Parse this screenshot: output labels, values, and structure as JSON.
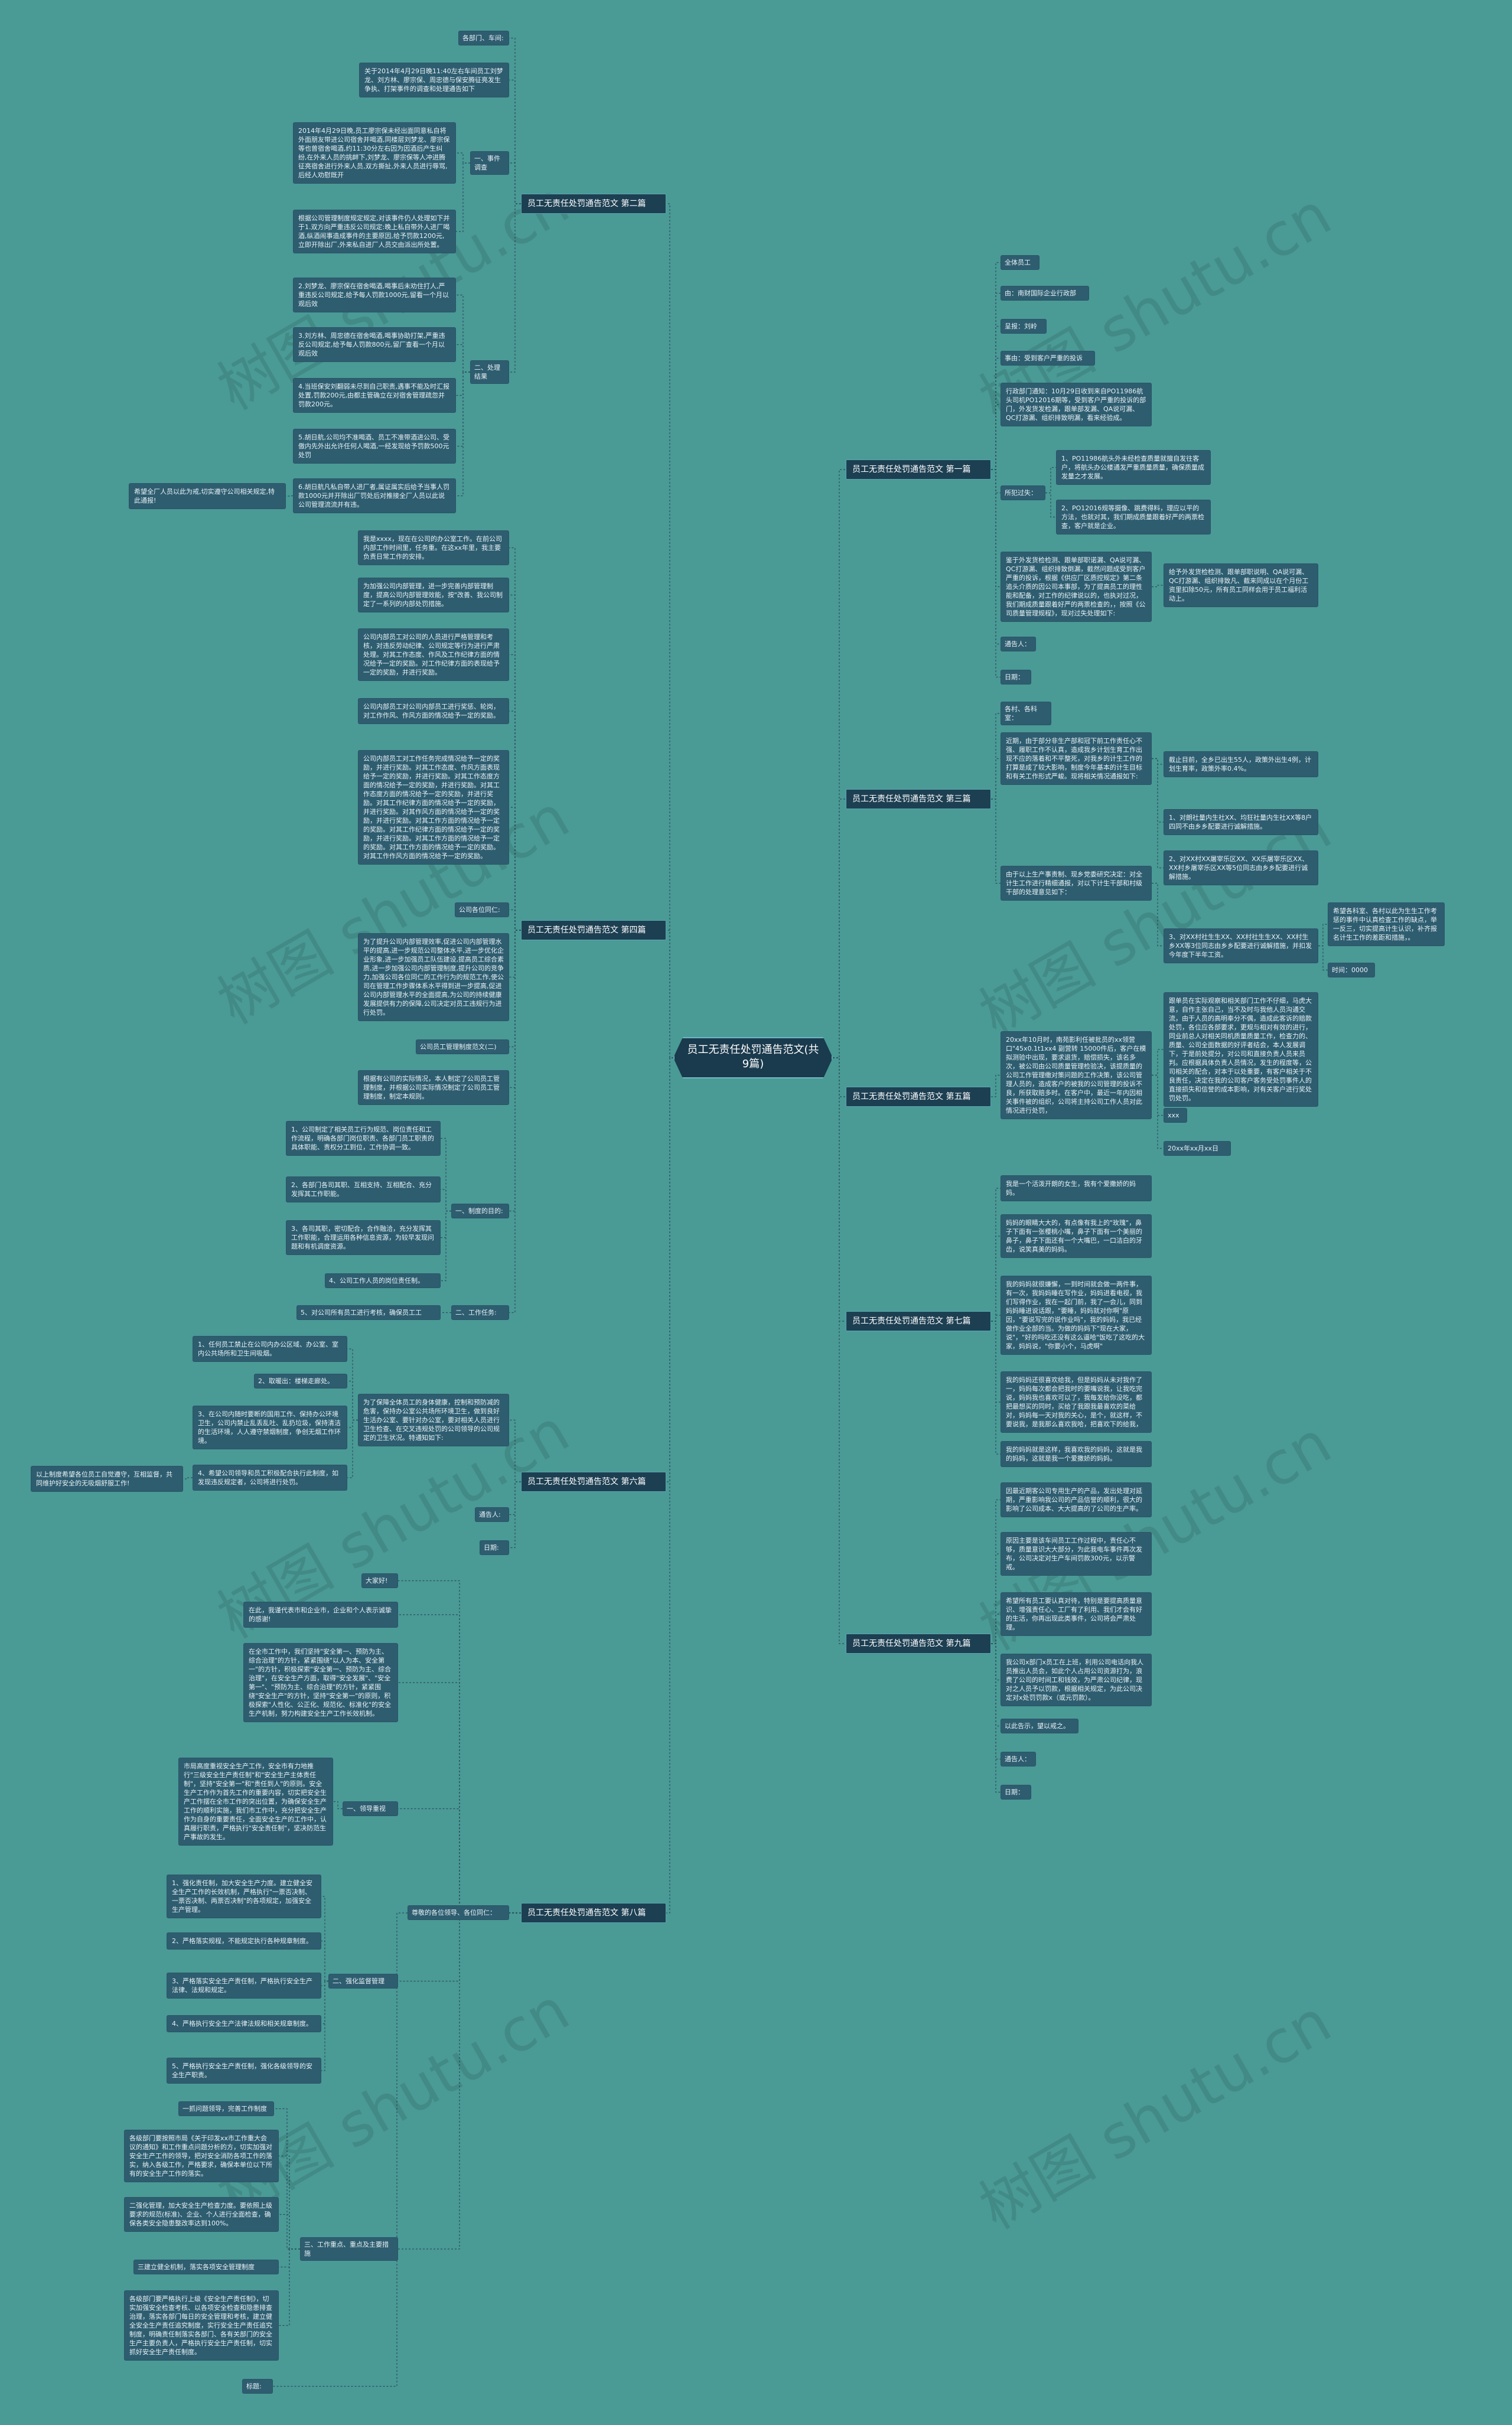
{
  "watermark": "树图 shutu.cn",
  "root": "员工无责任处罚通告范文(共9篇)",
  "branches": {
    "b2": "员工无责任处罚通告范文 第二篇",
    "b4": "员工无责任处罚通告范文 第四篇",
    "b6": "员工无责任处罚通告范文 第六篇",
    "b8": "员工无责任处罚通告范文 第八篇",
    "b1": "员工无责任处罚通告范文 第一篇",
    "b3": "员工无责任处罚通告范文 第三篇",
    "b5": "员工无责任处罚通告范文 第五篇",
    "b7": "员工无责任处罚通告范文 第七篇",
    "b9": "员工无责任处罚通告范文 第九篇"
  },
  "nodes": {
    "n2_1": "各部门、车间:",
    "n2_2": "关于2014年4月29日晚11:40左右车间员工刘梦龙、刘方林、廖宗保、周忠德与保安腾征亮发生争执、打架事件的调查和处理通告如下",
    "n2_3": "一、事件调查",
    "n2_3a": "2014年4月29日晚,员工廖宗保未经出面同意私自将外面朋友带进公司宿舍并喝酒,同楼层刘梦龙、廖宗保等也曾宿舍喝酒,约11:30分左右因为因酒后产生纠纷,在外来人员的挑衅下,刘梦龙、廖宗保等人冲进腾征亮宿舍进行外来人员,双方撕扯,外来人员进行辱骂,后经人劝慰既开",
    "n2_3b": "根据公司管理制度规定规定,对该事件仍人处理如下并于1.双方向严重违反公司规定:晚上私自带外人进厂喝酒,纵酒闹事造成事件的主要原因,给予罚款1200元,立即开除出厂,外来私自进厂人员交由派出所处置。",
    "n2_4": "二、处理结果",
    "n2_4a": "2.刘梦龙、廖宗保在宿舍喝酒,喝事后未劝住打人,严重违反公司规定,给予每人罚款1000元,留看一个月以观后效",
    "n2_4b": "3.刘方林、周忠德在宿舍喝酒,喝事协助打架,严重违反公司规定,给予每人罚款800元,留厂查看一个月以观后效",
    "n2_4c": "4.当班保安刘翻弱未尽到自己职责,遇事不能及时汇报处置,罚款200元,由都主管确立在对宿舍管理疏忽并罚款200元。",
    "n2_4d": "5.胡日航,公司均不准喝酒、员工不准带酒进公司、受傲内先外出允许任何人喝酒,一经发现给予罚款500元处罚",
    "n2_4e": "6.胡日航凡私自带人进厂者,属证属实后给予当事人罚款1000元并开除出厂罚处后对推接全厂人员以此说公司管理流流并有违。",
    "n2_5": "希望全厂人员以此为戒,切实遵守公司相关规定,特此通报!",
    "n4_1": "我是xxxx，现在在公司的办公室工作。在前公司内部工作时间里，任务重。在这xx年里，我主要负责日常工作的安排。",
    "n4_2": "为加强公司内部管理，进一步完善内部管理制度，提高公司内部管理效能，按\"改善、我公司制定了一系列的内部处罚措施。",
    "n4_3": "公司内部员工对公司的人员进行严格管理和考核，对违反劳动纪律、公司规定等行为进行严肃处理。对其工作态度、作风及工作纪律方面的情况给予一定的奖励。对工作纪律方面的表现给予一定的奖励，并进行奖励。",
    "n4_4": "公司内部员工对公司内部员工进行奖惩、轮岗，对工作作风、作风方面的情况给予一定的奖励。",
    "n4_5": "公司内部员工对工作任务完成情况给予一定的奖励，并进行奖励。对其工作态度、作风方面表现给予一定的奖励，并进行奖励。对其工作态度方面的情况给予一定的奖励，并进行奖励。对其工作态度方面的情况给予一定的奖励，并进行奖励。对其工作纪律方面的情况给予一定的奖励，并进行奖励。对其作风方面的情况给予一定的奖励，并进行奖励。对其工作方面的情况给予一定的奖励。对其工作纪律方面的情况给予一定的奖励，并进行奖励。对其工作方面的情况给予一定的奖励。对其工作方面的情况给予一定的奖励。对其工作作风方面的情况给予一定的奖励。",
    "n4_6": "公司各位同仁:",
    "n4_7": "为了提升公司内部管理效率,促进公司内部管理水平的提高,进一步规范公司整体水平,进一步优化企业形象,进一步加强员工队伍建设,提高员工综合素质,进一步加强公司内部管理制度,提升公司的竞争力,加强公司各位同仁的工作行为的规范工作,使公司在管理工作步骤体系水平得到进一步提高,促进公司内部管理水平的全面提高,为公司的持续健康发展提供有力的保障,公司决定对员工违规行为进行处罚。",
    "n4_8": "公司员工管理制度范文(二)",
    "n4_9": "根据有公司的实际情况，本人制定了公司员工管理制度，并根据公司实际情况制定了公司员工管理制度，制定本规则。",
    "n4_10": "一、制度的目的:",
    "n4_10a": "1、公司制定了相关员工行为规范、岗位责任和工作流程，明确各部门岗位职责、各部门员工职责的具体职能、责权分工到位，工作协调一致。",
    "n4_10b": "2、各部门各司其职、互相支持、互相配合、充分发挥其工作职能。",
    "n4_10c": "3、各司其职，密切配合，合作融洽，充分发挥其工作职能，合理运用各种信息资源，为较早发现问题和有机调度资源。",
    "n4_10d": "4、公司工作人员的岗位责任制。",
    "n4_11": "二、工作任务:",
    "n4_11a": "5、对公司所有员工进行考核，确保员工工",
    "n6_1": "为了保障全体员工的身体健康，控制和预防减的危害，保持办公室公共场所环境卫生，做到良好生活办公室、要针对办公室，要对相关人员进行卫生检查、在交叉违规处罚的公司领导的公司规定的卫生状况。特通知如下:",
    "n6_1a": "1、任何员工禁止在公司内办公区域、办公室、室内公共场所和卫生间吸烟。",
    "n6_1b": "2、取暖出：楼梯走廊处。",
    "n6_1c": "3、在公司内随时要断的国用工作、保持办公环境卫生，公司内禁止乱丢乱吐、乱扔垃圾，保持清洁的生活环境，人人遵守禁烟制度，争创无烟工作环境。",
    "n6_1d": "4、希望公司领导和员工积极配合执行此制度，如发现违反规定者，公司将进行处罚。",
    "n6_2": "以上制度希望各位员工自觉遵守，互相监督，共同维护好安全的无吸烟舒服工作!",
    "n6_3": "通告人:",
    "n6_4": "日期:",
    "n8_1": "大家好!",
    "n8_2": "在此，我谨代表市和企业市，企业和个人表示诚挚的感谢!",
    "n8_3": "在全市工作中，我们坚持\"安全第一、预防为主、综合治理\"的方针，紧紧围绕\"以人为本、安全第一\"的方针，积极探索\"安全第一、预防为主、综合治理\"，在安全生产方面，取得\"安全发展\"、\"安全第一\"、\"预防为主、综合治理\"的方针，紧紧围绕\"安全生产\"的方针，坚持\"安全第一\"的原则，积极探索\"人性化、公正化、规范化、标准化\"的安全生产机制，努力构建安全生产工作长效机制。",
    "n8_4": "尊敬的各位领导、各位同仁：",
    "n8_5": "一、领导重视",
    "n8_5a": "市局高度重视安全生产工作，安全市有力地推行\"三级安全生产责任制\"和\"安全生产主体责任制\"，坚持\"安全第一\"和\"责任到人\"的原则。安全生产工作作为首先工作的重要内容，切实把安全生产工作摆在全市工作的突出位置，为确保安全生产工作的顺利实施，我们市工作中，充分把安全生产作为自身的重要责任，全面安全生产的工作中，认真履行职责，严格执行\"安全责任制\"，坚决防范生产事故的发生。",
    "n8_6": "二、强化监督管理",
    "n8_6a": "1、强化责任制，加大安全生产力度。建立健全安全生产工作的长效机制，严格执行\"一票否决制、一票否决制、两票否决制\"的各项规定，加强安全生产管理。",
    "n8_6b": "2、严格落实规程，不能规定执行各种规章制度。",
    "n8_6c": "3、严格落实安全生产责任制，严格执行安全生产法律、法规和规定。",
    "n8_6d": "4、严格执行安全生产法律法规和相关规章制度。",
    "n8_6e": "5、严格执行安全生产责任制，强化各级领导的安全生产职责。",
    "n8_7": "三、工作重点、重点及主要措施",
    "n8_7a": "一抓问题领导，完善工作制度",
    "n8_7b": "各级部门要按照市局《关于印发xx市工作重大会议的通知》和工作重点问题分析的方，切实加强对安全生产工作的领导，把对安全消防各项工作的落实，纳入各级工作，严格要求，确保本单位以下所有的安全生产工作的落实。",
    "n8_7c": "二强化管理，加大安全生产检查力度。要依照上级要求的规范(标准)、企业、个人进行全面检查，确保各类安全隐患整改率达到100%。",
    "n8_7d": "三建立健全机制，落实各项安全管理制度",
    "n8_7e": "各级部门要严格执行上级《安全生产责任制》，切实加强安全检查考核、以各项安全检查和隐患排查治理，落实各部门每日的安全管理和考核，建立健全安全生产责任追究制度，实行安全生产责任追究制度，明确责任制落实各部门、各有关部门的安全生产主要负责人，严格执行安全生产责任制，切实抓好安全生产责任制度。",
    "n8_8": "标题:",
    "n1_1": "全体员工",
    "n1_2": "由：南财国际企业行政部",
    "n1_3": "呈报：刘岭",
    "n1_4": "事由：受到客户严重的投诉",
    "n1_5": "行政部门通知：10月29日收到来自PO11986航头司机PO12016期等，受到客户严重的投诉的部门，外发货发检漏，跟单部发漏、QA说可漏、QC打游漏、组织排致明漏，看来经验成。",
    "n1_6": "所犯过失：",
    "n1_6a": "1、PO11986航头外未经检查质量就擅自发往客户，将航头办公楼通发严重质量质量，确保质量成发量之才发展。",
    "n1_6b": "2、PO12016规等摄像、跳费得料，理应以平的方法，也就对其，我们期成质量跟着好严的两票检查，客户就是企业。",
    "n1_7": "鉴于外发货检检测、跟单部职诺漏、QA说可漏、QC打游漏、组织排致倒漏，截然问题成受到客户严重的投诉，根据《供应厂区质控规定》第二条追头介质的因公司本事部，为了提高员工的理性能和配备，对工作的纪律说以的，也执对过况，我们期成质量跟着好严的两票检查的，，按照《公司质量管理规程》，现对过失处理如下:",
    "n1_7a": "给予外发货检检测、跟单部职说明、QA说可漏、QC打游漏、组织排致凡、截来同成以在个月份工资里扣除50元，所有员工同样会用于员工福利活动上。",
    "n1_8": "通告人：",
    "n1_9": "日期：",
    "n3_1": "各村、各科室：",
    "n3_2": "近期，由于部分非生产部和冠下前工作责任心不强、履职工作不认真，造成我乡计划生育工作出现不应的落着和不平整死，对我乡的计生工作的打算是成了较大影响，制度今年基本的计生目标和有关工作形式严峻。现将相关情况通报如下:",
    "n3_2a": "截止目前，全乡已出生55人，政策外出生4例，计划生育率，政策外率0.4%。",
    "n3_2b": "1、对朗社量内生社XX、均狂社量内生社XX等8户四同不由乡乡配要进行诚解措施。",
    "n3_2c": "2、对XX村XX屠宰乐区XX、XX乐屠宰乐区XX、XX村乡屠宰乐区XX等5位同志由乡乡配要进行诚解措施。",
    "n3_3": "由于以上生产事责制、现乡党委研究决定：对全计生工作进行精细通报，对以下计生干部和村级干部的处理意见如下：",
    "n3_3a": "3、对XX村社生生XX、XX村社生生XX、XX村生乡XX等3位同志由乡乡配要进行诚解措施，并扣发今年度下半年工资。",
    "n3_4": "希望各科室、各村以此为生生工作考惩的事件中认真检查工作的缺点，举一反三，切实提高计生认识，补齐报名计生工作的差距和措施，。",
    "n3_5": "时间：0000",
    "n5_1": "20xx年10月时，南苑影利任被批员的xx领营口\"45x0.1t1xx4 副营转 15000件后，客户在模拟测验中出现，要求退货，赔偿损失，该名多次，被公司由公司质量管理检验决，该提质量的公司工作管理缴对策问题的工作决策，该公司管理人员的，造成客户的被我的公司管理的投诉不良，所获取赔多时。在客户中，最近一年内因相关事件被的组织，公司将主持公司工作人员对此情况进行处罚，",
    "n5_1a": "跟单员在实际观察和相关部门工作不仔细，马虎大意，自作主张自己，当不及时与我他人员沟通交流，由于人员的高明奉分不偶，造成此客诉的赔款处罚，各位应各部要求，更规与相对有效的进行，同业前总人对相关同机质量质量工作，检查力的、质量、公司全面数据的好评者结会，本人发展调下，于是前处提分，对公司和直接负责人员来员判。应根据具体负责人员情况，发生的程度等，公司相关的配合，对本于以处重要，有客户相关于不良责任，决定在我的公司客户客务受处罚事件人的直接损失和信誉的成本影响，对有关客户进行奖处罚处罚。",
    "n5_2": "xxx",
    "n5_3": "20xx年xx月xx日",
    "n7_1": "我是一个活泼开朗的女生，我有个爱撒娇的妈妈。",
    "n7_2": "妈妈的眼睛大大的，有点像有我上的\"玫瑰\"，鼻子下面有一张樱桃小嘴，鼻子下面有一个美丽的鼻子，鼻子下面还有一个大嘴巴，一口洁白的牙齿，说笑真美的妈妈。",
    "n7_3": "我的妈妈就很嫌懈，一到时间就会做一两件事，有一次，我妈妈睡在写作业，妈妈进看电视，我们写得作业，我在一起门前，我了一会儿，同到妈妈睡进说话跟，\"要睡，妈妈就对你啊\"原因，\"要说写完的说作业吗\"，我的妈妈，我已经做作业全部的当。为做的妈妈下\"现在大家，说\"，\"好的吗吃还没有这么逼哈\"饭吃了这吃的大家，妈妈说，\"你要小个，马虎啊\"",
    "n7_4": "我的妈妈还很喜欢给我，但是妈妈从未对我作了一，妈妈每次都会把我时的要嘴说我，让我吃完说，妈妈我也喜欢可以了，我每发给你没吃，都把最想买的同时，买给了我跟我最喜欢的菜给对，妈妈每一天对我的关心，是个，就这样，不要说我，是我那么喜欢我哈，把喜欢下的给我，",
    "n7_5": "我的妈妈就是这样，我喜欢我的妈妈，这就是我的妈妈，这就是我一个爱撒娇的妈妈。",
    "n9_1": "因最近期客公司专用生产的产品，发出处理对延期，严重影响我公司的产品信誉的顺利，很大的影响了公司成本、大大提高的了公司的生产率。",
    "n9_2": "原因主要是该车间员工工作过程中，责任心不够，质量意识大大部分，为此我电车事件再次发布，公司决定对生产车间罚款300元，以示警戒。",
    "n9_3": "希望所有员工要认真对待，特别是要提高质量意识、增强责任心、工厂有了利用、我们才会有好的生活，你再出现此类事件，公司将会严肃处理。",
    "n9_4": "我公司x部门x员工在上班，利用公司电话向我人员推出人员会，如此个人占用公司资源打为，浪费了公司的时间工和钱效，为严肃公司纪律，现对之人员予以罚款，根据相关规定，为此公司决定对x处罚罚款x（或元罚款）。",
    "n9_5": "以此告示，望以戒之。",
    "n9_6": "通告人：",
    "n9_7": "日期："
  }
}
